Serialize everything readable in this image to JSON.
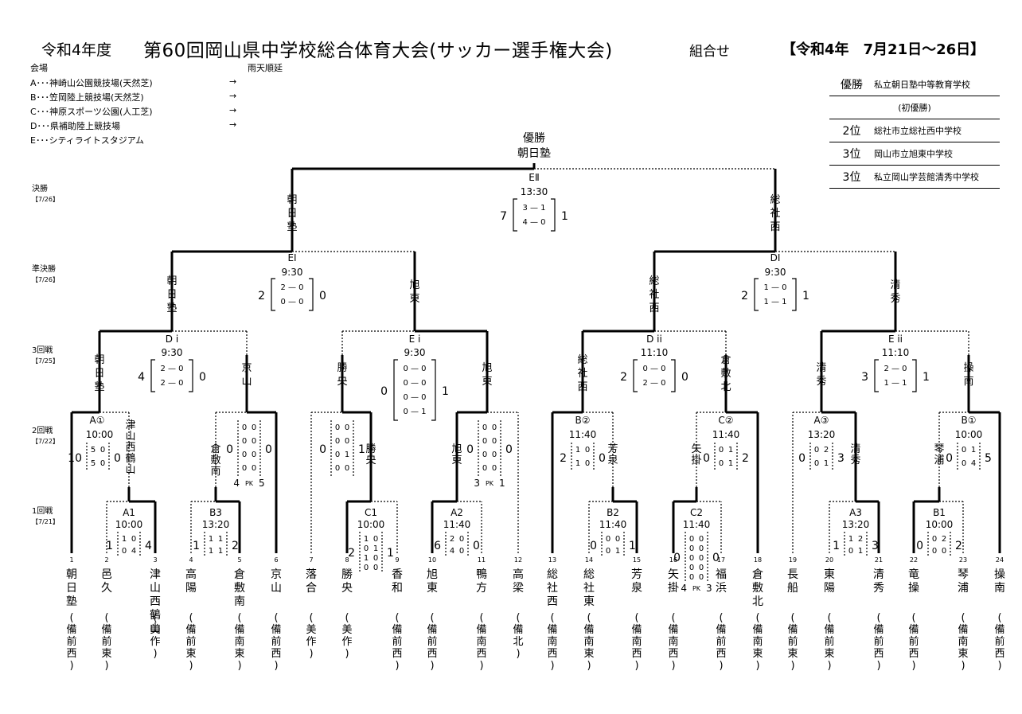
{
  "header": {
    "era": "令和4年度",
    "title": "第60回岡山県中学校総合体育大会(サッカー選手権大会)",
    "kumiawase": "組合せ",
    "dates": "【令和4年　7月21日～26日】"
  },
  "venues": {
    "heading": "会場",
    "rain_note": "雨天順延",
    "items": [
      {
        "text": "A･･･神崎山公園競技場(天然芝)",
        "arrow": "→"
      },
      {
        "text": "B･･･笠岡陸上競技場(天然芝)",
        "arrow": "→"
      },
      {
        "text": "C･･･神原スポーツ公園(人工芝)",
        "arrow": "→"
      },
      {
        "text": "D･･･県補助陸上競技場",
        "arrow": "→"
      },
      {
        "text": "E･･･シティライトスタジアム",
        "arrow": ""
      }
    ]
  },
  "results": {
    "champion_label": "優勝",
    "champion": "私立朝日塾中等教育学校",
    "first_win": "(初優勝)",
    "second_label": "2位",
    "second": "総社市立総社西中学校",
    "third_label_1": "3位",
    "third_1": "岡山市立旭東中学校",
    "third_label_2": "3位",
    "third_2": "私立岡山学芸館清秀中学校"
  },
  "rounds": {
    "final": "決勝",
    "final_date": "【7/26】",
    "semi": "準決勝",
    "semi_date": "【7/26】",
    "r3": "3回戦",
    "r3_date": "【7/25】",
    "r2": "2回戦",
    "r2_date": "【7/22】",
    "r1": "1回戦",
    "r1_date": "【7/21】"
  },
  "teams": [
    {
      "no": "1",
      "name": "朝日塾",
      "region": "(備前西)"
    },
    {
      "no": "2",
      "name": "邑久",
      "region": "(備前東)"
    },
    {
      "no": "3",
      "name": "津山西鶴山",
      "region": "(美作)"
    },
    {
      "no": "4",
      "name": "高陽",
      "region": "(備前東)"
    },
    {
      "no": "5",
      "name": "倉敷南",
      "region": "(備南東)"
    },
    {
      "no": "6",
      "name": "京山",
      "region": "(備前西)"
    },
    {
      "no": "7",
      "name": "落合",
      "region": "(美作)"
    },
    {
      "no": "8",
      "name": "勝央",
      "region": "(美作)"
    },
    {
      "no": "9",
      "name": "香和",
      "region": "(備前西)"
    },
    {
      "no": "10",
      "name": "旭東",
      "region": "(備前西)"
    },
    {
      "no": "11",
      "name": "鴨方",
      "region": "(備南西)"
    },
    {
      "no": "12",
      "name": "高梁",
      "region": "(備北)"
    },
    {
      "no": "13",
      "name": "総社西",
      "region": "(備南西)"
    },
    {
      "no": "14",
      "name": "総社東",
      "region": "(備南東)"
    },
    {
      "no": "15",
      "name": "芳泉",
      "region": "(備南西)"
    },
    {
      "no": "16",
      "name": "矢掛",
      "region": "(備南西)"
    },
    {
      "no": "17",
      "name": "福浜",
      "region": "(備前西)"
    },
    {
      "no": "18",
      "name": "倉敷北",
      "region": "(備南東)"
    },
    {
      "no": "19",
      "name": "長船",
      "region": "(備前東)"
    },
    {
      "no": "20",
      "name": "東陽",
      "region": "(備前東)"
    },
    {
      "no": "21",
      "name": "清秀",
      "region": "(備前西)"
    },
    {
      "no": "22",
      "name": "竜操",
      "region": "(備前西)"
    },
    {
      "no": "23",
      "name": "琴浦",
      "region": "(備南東)"
    },
    {
      "no": "24",
      "name": "操南",
      "region": "(備前西)"
    }
  ],
  "winners": {
    "final": {
      "label": "優勝",
      "name": "朝日塾"
    },
    "sf_left": "朝日塾",
    "sf_right": "総社西",
    "r3": [
      "朝日塾",
      "旭東",
      "総社西",
      "清秀"
    ],
    "r2": [
      "朝日塾",
      "京山",
      "勝央",
      "旭東",
      "総社西",
      "倉敷北",
      "清秀",
      "操南"
    ],
    "r1": [
      "津山西鶴山",
      "倉敷南",
      "勝央",
      "旭東",
      "芳泉",
      "矢掛",
      "清秀",
      "琴浦"
    ]
  },
  "matches": {
    "final": {
      "code": "EⅡ",
      "time": "13:30",
      "left": "7",
      "right": "1",
      "halves": [
        "3 — 1",
        "4 — 0"
      ]
    },
    "sf1": {
      "code": "EⅠ",
      "time": "9:30",
      "left": "2",
      "right": "0",
      "halves": [
        "2 — 0",
        "0 — 0"
      ]
    },
    "sf2": {
      "code": "DⅠ",
      "time": "9:30",
      "left": "2",
      "right": "1",
      "halves": [
        "1 — 0",
        "1 — 1"
      ]
    },
    "r3": [
      {
        "code": "D i",
        "time": "9:30",
        "left": "4",
        "right": "0",
        "halves": [
          "2 — 0",
          "2 — 0"
        ]
      },
      {
        "code": "E i",
        "time": "9:30",
        "left": "0",
        "right": "1",
        "halves": [
          "0 — 0",
          "0 — 0",
          "0 — 0",
          "0 — 1"
        ]
      },
      {
        "code": "D ii",
        "time": "11:10",
        "left": "2",
        "right": "0",
        "halves": [
          "0 — 0",
          "2 — 0"
        ]
      },
      {
        "code": "E ii",
        "time": "11:10",
        "left": "3",
        "right": "1",
        "halves": [
          "2 — 0",
          "1 — 1"
        ]
      }
    ],
    "r2": [
      {
        "code": "A①",
        "time": "10:00",
        "left": "10",
        "right": "0",
        "l": [
          "5",
          "5"
        ],
        "r": [
          "0",
          "0"
        ]
      },
      {
        "code": "",
        "time": "",
        "left": "0",
        "right": "0",
        "l": [
          "0",
          "0",
          "0",
          "0"
        ],
        "r": [
          "0",
          "0",
          "0",
          "0"
        ],
        "pk": "PK",
        "pkl": "4",
        "pkr": "5"
      },
      {
        "code": "",
        "time": "",
        "left": "0",
        "right": "1",
        "l": [
          "0",
          "0",
          "0",
          "0"
        ],
        "r": [
          "0",
          "0",
          "1",
          "0"
        ]
      },
      {
        "code": "",
        "time": "",
        "left": "0",
        "right": "0",
        "l": [
          "0",
          "0",
          "0",
          "0"
        ],
        "r": [
          "0",
          "0",
          "0",
          "0"
        ],
        "pk": "PK",
        "pkl": "3",
        "pkr": "1"
      },
      {
        "code": "B②",
        "time": "11:40",
        "left": "2",
        "right": "0",
        "l": [
          "1",
          "1"
        ],
        "r": [
          "0",
          "0"
        ]
      },
      {
        "code": "C②",
        "time": "11:40",
        "left": "0",
        "right": "2",
        "l": [
          "0",
          "0"
        ],
        "r": [
          "1",
          "1"
        ]
      },
      {
        "code": "A③",
        "time": "13:20",
        "left": "0",
        "right": "3",
        "l": [
          "0",
          "0"
        ],
        "r": [
          "2",
          "1"
        ]
      },
      {
        "code": "B①",
        "time": "10:00",
        "left": "0",
        "right": "5",
        "l": [
          "0",
          "0"
        ],
        "r": [
          "1",
          "4"
        ]
      }
    ],
    "r1": [
      {
        "code": "A1",
        "time": "10:00",
        "left": "1",
        "right": "4",
        "l": [
          "1",
          "0"
        ],
        "r": [
          "0",
          "4"
        ]
      },
      {
        "code": "B3",
        "time": "13:20",
        "left": "1",
        "right": "2",
        "l": [
          "1",
          "1"
        ],
        "r": [
          "1",
          "1"
        ]
      },
      {
        "code": "C1",
        "time": "10:00",
        "left": "2",
        "right": "1",
        "l": [
          "1",
          "0",
          "1",
          "0"
        ],
        "r": [
          "0",
          "1",
          "0",
          "0"
        ]
      },
      {
        "code": "A2",
        "time": "11:40",
        "left": "6",
        "right": "0",
        "l": [
          "2",
          "4"
        ],
        "r": [
          "0",
          "0"
        ]
      },
      {
        "code": "B2",
        "time": "11:40",
        "left": "0",
        "right": "1",
        "l": [
          "0",
          "0"
        ],
        "r": [
          "0",
          "1"
        ]
      },
      {
        "code": "C2",
        "time": "11:40",
        "left": "0",
        "right": "0",
        "l": [
          "0",
          "0",
          "0",
          "0",
          "0"
        ],
        "r": [
          "0",
          "0",
          "0",
          "0",
          "0"
        ],
        "pk": "PK",
        "pkl": "4",
        "pkr": "3"
      },
      {
        "code": "A3",
        "time": "13:20",
        "left": "1",
        "right": "3",
        "l": [
          "1",
          "0"
        ],
        "r": [
          "2",
          "1"
        ]
      },
      {
        "code": "B1",
        "time": "10:00",
        "left": "0",
        "right": "2",
        "l": [
          "0",
          "0"
        ],
        "r": [
          "2",
          "0"
        ]
      }
    ]
  }
}
